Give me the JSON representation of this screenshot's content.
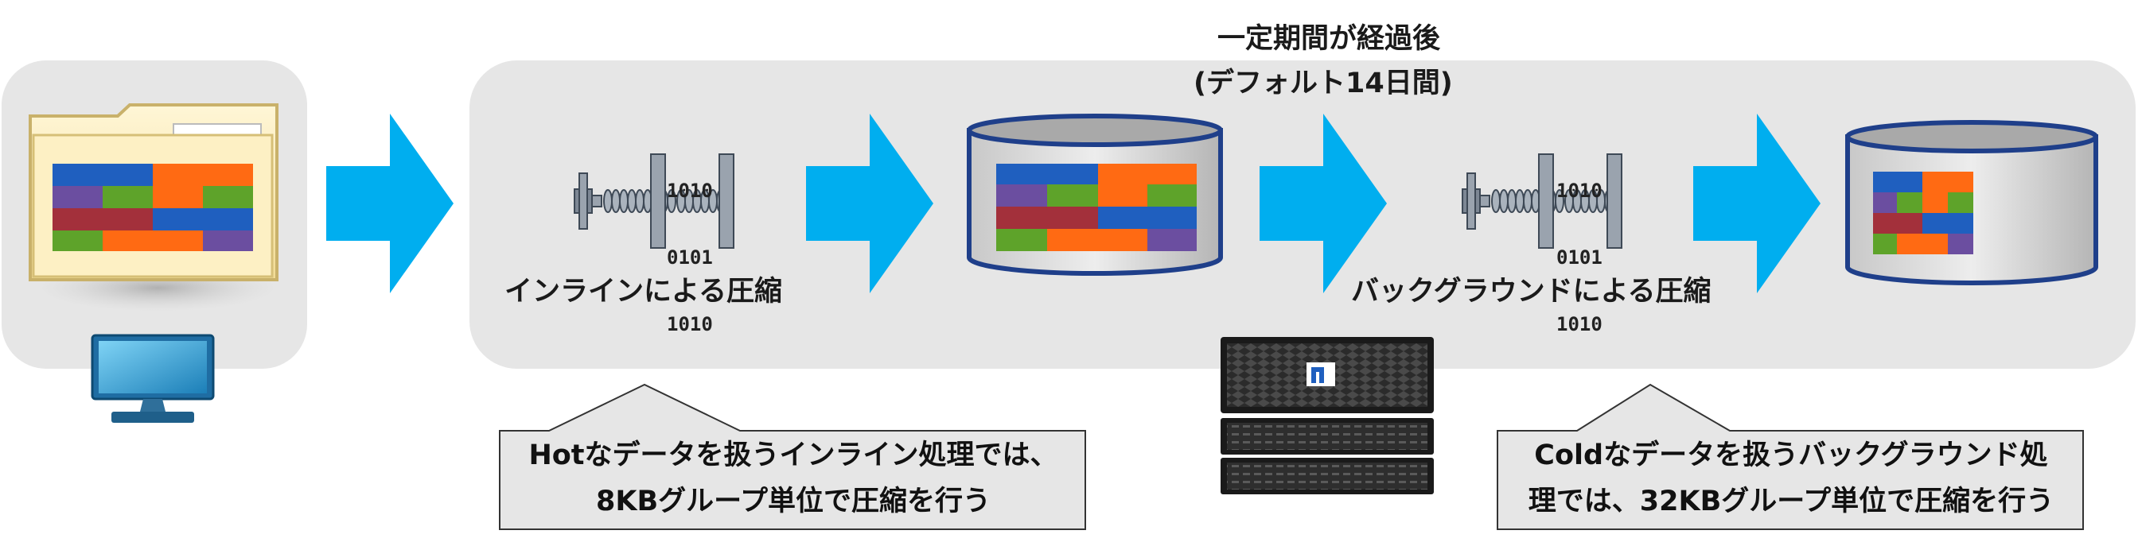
{
  "header": {
    "line1": "一定期間が経過後",
    "line2": "(デフォルト14日間)"
  },
  "steps": {
    "inline_label": "インラインによる圧縮",
    "background_label": "バックグラウンドによる圧縮",
    "binary_line1": "1010",
    "binary_line2": "0101",
    "binary_line3": "1010"
  },
  "callouts": {
    "hot_line1": "Hotなデータを扱うインライン処理では、",
    "hot_line2": "8KBグループ単位で圧縮を行う",
    "cold_line1": "Coldなデータを扱うバックグラウンド処",
    "cold_line2": "理では、32KBグループ単位で圧縮を行う"
  },
  "colors": {
    "arrow": "#00aeef",
    "panel": "#e6e6e6",
    "blue": "#1f5fbf",
    "orange": "#ff6a13",
    "purple": "#6b4ea0",
    "green": "#5ea32a",
    "red": "#a3303b"
  },
  "icons": [
    "folder-icon",
    "monitor-icon",
    "compression-clamp-icon",
    "storage-cylinder-icon",
    "storage-array-icon"
  ]
}
